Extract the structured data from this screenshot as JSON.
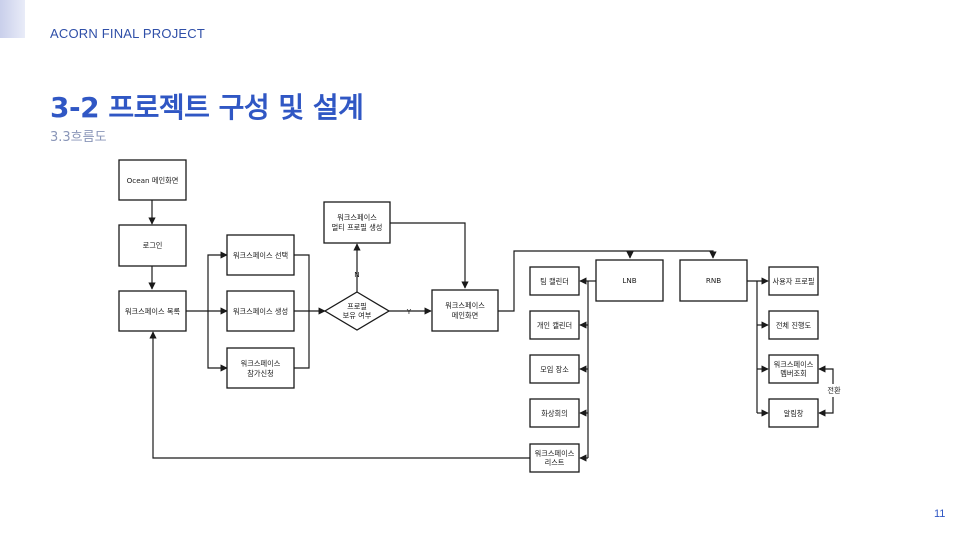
{
  "header": {
    "project": "ACORN FINAL PROJECT",
    "title": "3-2 프로젝트 구성 및 설계",
    "subtitle": "3.3흐름도",
    "page_number": "11"
  },
  "flow": {
    "ocean_main": "Ocean 메인화면",
    "login": "로그인",
    "workspace_list": "워크스페이스 목록",
    "ws_select": "워크스페이스 선택",
    "ws_create": "워크스페이스 생성",
    "ws_join_1": "워크스페이스",
    "ws_join_2": "참가신청",
    "multi_profile_1": "워크스페이스",
    "multi_profile_2": "멀티 프로필 생성",
    "profile_check_1": "프로필",
    "profile_check_2": "보유 여부",
    "label_n": "N",
    "label_y": "Y",
    "ws_main_1": "워크스페이스",
    "ws_main_2": "메인화면",
    "team_calendar": "팀 캘린더",
    "personal_calendar": "개인 캘린더",
    "meeting_place": "모임 장소",
    "video_meeting": "화상회의",
    "ws_list2_1": "워크스페이스",
    "ws_list2_2": "리스트",
    "lnb": "LNB",
    "rnb": "RNB",
    "user_profile": "사용자 프로필",
    "overall_progress": "전체 진행도",
    "member_view_1": "워크스페이스",
    "member_view_2": "멤버조회",
    "notifications": "알림창",
    "toggle": "전환"
  }
}
